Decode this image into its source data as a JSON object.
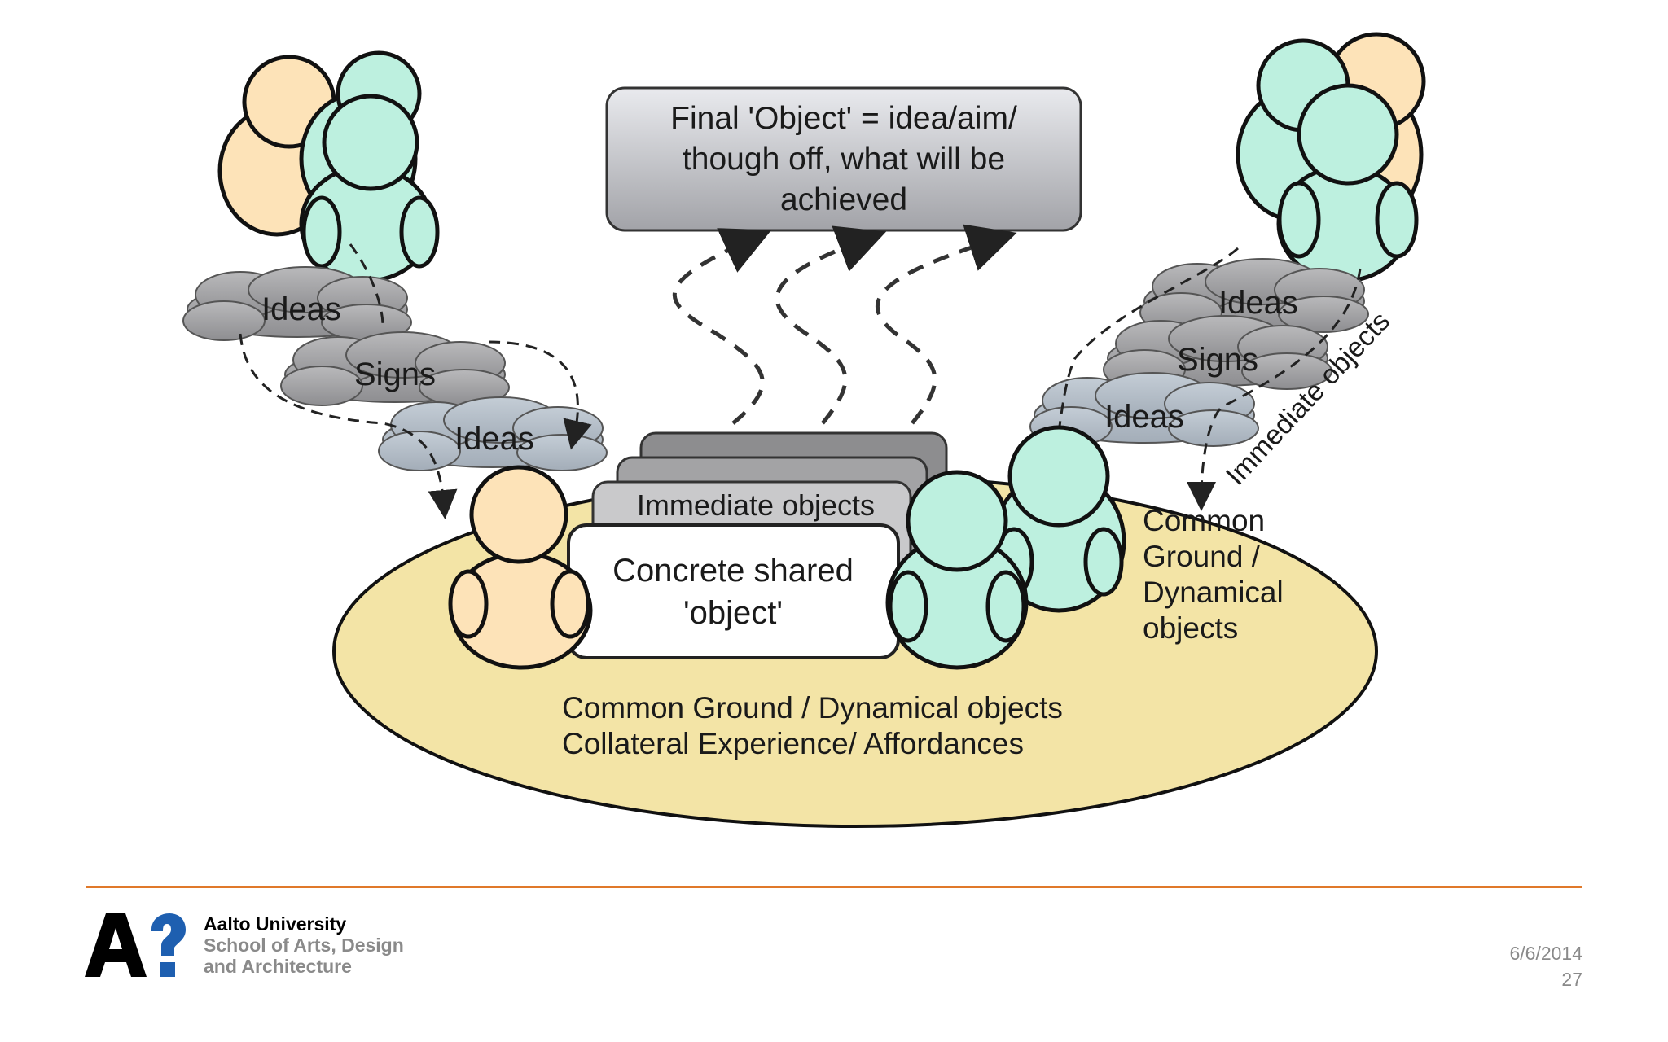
{
  "diagram": {
    "final_object": {
      "line1": "Final 'Object' = idea/aim/",
      "line2": "though off, what will be",
      "line3": "achieved"
    },
    "clouds_left": [
      "Ideas",
      "Signs",
      "Ideas"
    ],
    "clouds_right": [
      "Ideas",
      "Signs",
      "Ideas"
    ],
    "rotated_label": "Immediate objects",
    "stack_label": "Immediate objects",
    "concrete_object": {
      "line1": "Concrete shared",
      "line2": "'object'"
    },
    "right_label": [
      "Common",
      "Ground /",
      "Dynamical",
      "objects"
    ],
    "bottom_label": {
      "line1": "Common Ground / Dynamical objects",
      "line2": "Collateral Experience/ Affordances"
    }
  },
  "footer": {
    "university": "Aalto University",
    "school_line1": "School of Arts, Design",
    "school_line2": "and Architecture",
    "date": "6/6/2014",
    "page_number": "27"
  },
  "colors": {
    "ellipse": "#f3e4a6",
    "person_tan": "#fde3b8",
    "person_mint": "#bdf0df",
    "cloud": "#a9a9ab",
    "accent_line": "#e0792a",
    "logo_blue": "#1e5fb0"
  }
}
